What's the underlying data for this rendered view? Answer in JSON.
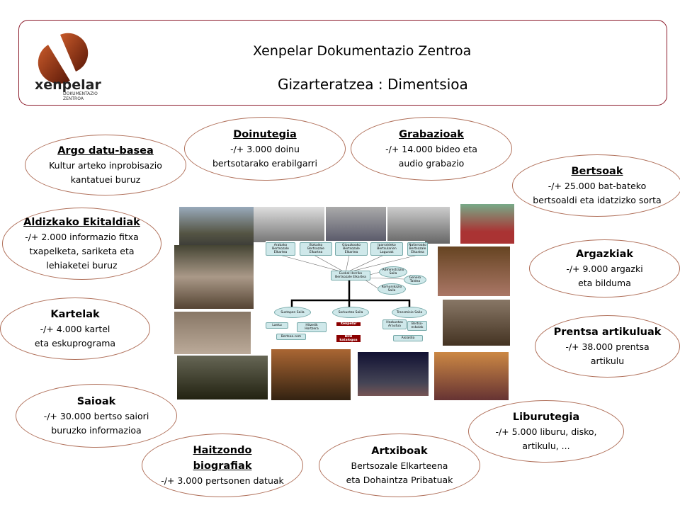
{
  "header": {
    "logo_name": "xenpelar",
    "logo_sub": "DOKUMENTAZIO ZENTROA",
    "title": "Xenpelar Dokumentazio Zentroa",
    "subtitle": "Gizarteratzea : Dimentsioa"
  },
  "items": [
    {
      "title": "Argo datu-basea",
      "lines": [
        "Kultur arteko inprobisazio",
        "kantatuei buruz"
      ]
    },
    {
      "title": "Doinutegia",
      "lines": [
        "-/+ 3.000 doinu",
        "bertsotarako erabilgarri"
      ]
    },
    {
      "title": "Grabazioak",
      "lines": [
        "-/+ 14.000 bideo eta",
        "audio grabazio"
      ]
    },
    {
      "title": "Bertsoak",
      "lines": [
        "-/+ 25.000 bat-bateko",
        "bertsoaldi eta idatzizko sorta"
      ]
    },
    {
      "title": "Aldizkako Ekitaldiak",
      "lines": [
        "-/+ 2.000 informazio fitxa",
        "txapelketa, sariketa eta",
        "lehiaketei buruz"
      ]
    },
    {
      "title": "Argazkiak",
      "lines": [
        "-/+ 9.000 argazki",
        "eta bilduma"
      ]
    },
    {
      "title": "Kartelak",
      "lines": [
        "-/+ 4.000 kartel",
        "eta eskuprograma"
      ]
    },
    {
      "title": "Prentsa artikuluak",
      "lines": [
        "-/+ 38.000 prentsa",
        "artikulu"
      ]
    },
    {
      "title": "Saioak",
      "lines": [
        "-/+ 30.000 bertso saiori",
        "buruzko informazioa"
      ]
    },
    {
      "title": "Liburutegia",
      "lines": [
        "-/+ 5.000 liburu, disko,",
        "artikulu, ..."
      ]
    },
    {
      "title": "Haitzondo biografiak",
      "lines": [
        "-/+ 3.000 pertsonen datuak"
      ]
    },
    {
      "title": "Artxiboak",
      "lines": [
        "Bertsozale Elkarteena",
        "eta Dohaintza Pribatuak"
      ]
    }
  ],
  "org": {
    "top": [
      "Arabako Bertsozale Elkartea",
      "Bizkaiko Bertsozale Elkartea",
      "Gipuzkoako Bertsozale Elkartea",
      "Iparraldeko Bertsularien Lagunak",
      "Nafarroako Bertsozale Elkartea"
    ],
    "center": "Euskal Herriko Bertsozale Elkartea",
    "side": [
      "Administrazio Saila",
      "Genero Taldea",
      "Komunikazio Saila"
    ],
    "depts": [
      "Sustapen Saila",
      "Sorkuntza Saila",
      "Transmisio Saila"
    ],
    "sub": [
      "Lanku",
      "Hitzetik Hortzera",
      "Bertsoa.com",
      "Xenpelar",
      "BDB katalogoa",
      "Hezkuntza Arautua",
      "Bertso-eskolak",
      "Aisialdia"
    ]
  }
}
